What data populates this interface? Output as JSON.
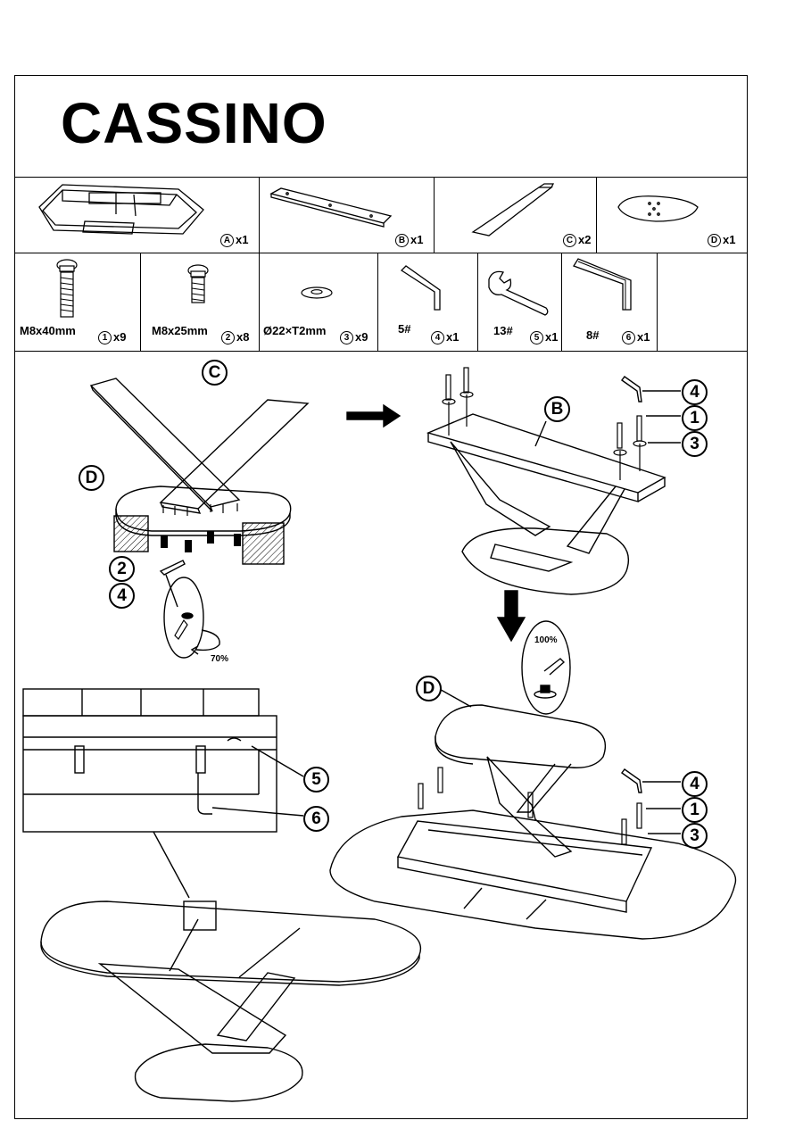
{
  "title": "CASSINO",
  "parts": [
    {
      "letter": "A",
      "qty": "x1"
    },
    {
      "letter": "B",
      "qty": "x1"
    },
    {
      "letter": "C",
      "qty": "x2"
    },
    {
      "letter": "D",
      "qty": "x1"
    }
  ],
  "hardware": [
    {
      "size": "M8x40mm",
      "num": "1",
      "qty": "x9"
    },
    {
      "size": "M8x25mm",
      "num": "2",
      "qty": "x8"
    },
    {
      "size": "Ø22×T2mm",
      "num": "3",
      "qty": "x9"
    },
    {
      "size": "5#",
      "num": "4",
      "qty": "x1"
    },
    {
      "size": "13#",
      "num": "5",
      "qty": "x1"
    },
    {
      "size": "8#",
      "num": "6",
      "qty": "x1"
    }
  ],
  "step1": {
    "c": "C",
    "d": "D",
    "n2": "2",
    "n4": "4",
    "pct": "70%"
  },
  "step2": {
    "b": "B",
    "n4": "4",
    "n1": "1",
    "n3": "3"
  },
  "step3": {
    "d": "D",
    "pct": "100%",
    "n4": "4",
    "n1": "1",
    "n3": "3"
  },
  "step4": {
    "n5": "5",
    "n6": "6"
  }
}
